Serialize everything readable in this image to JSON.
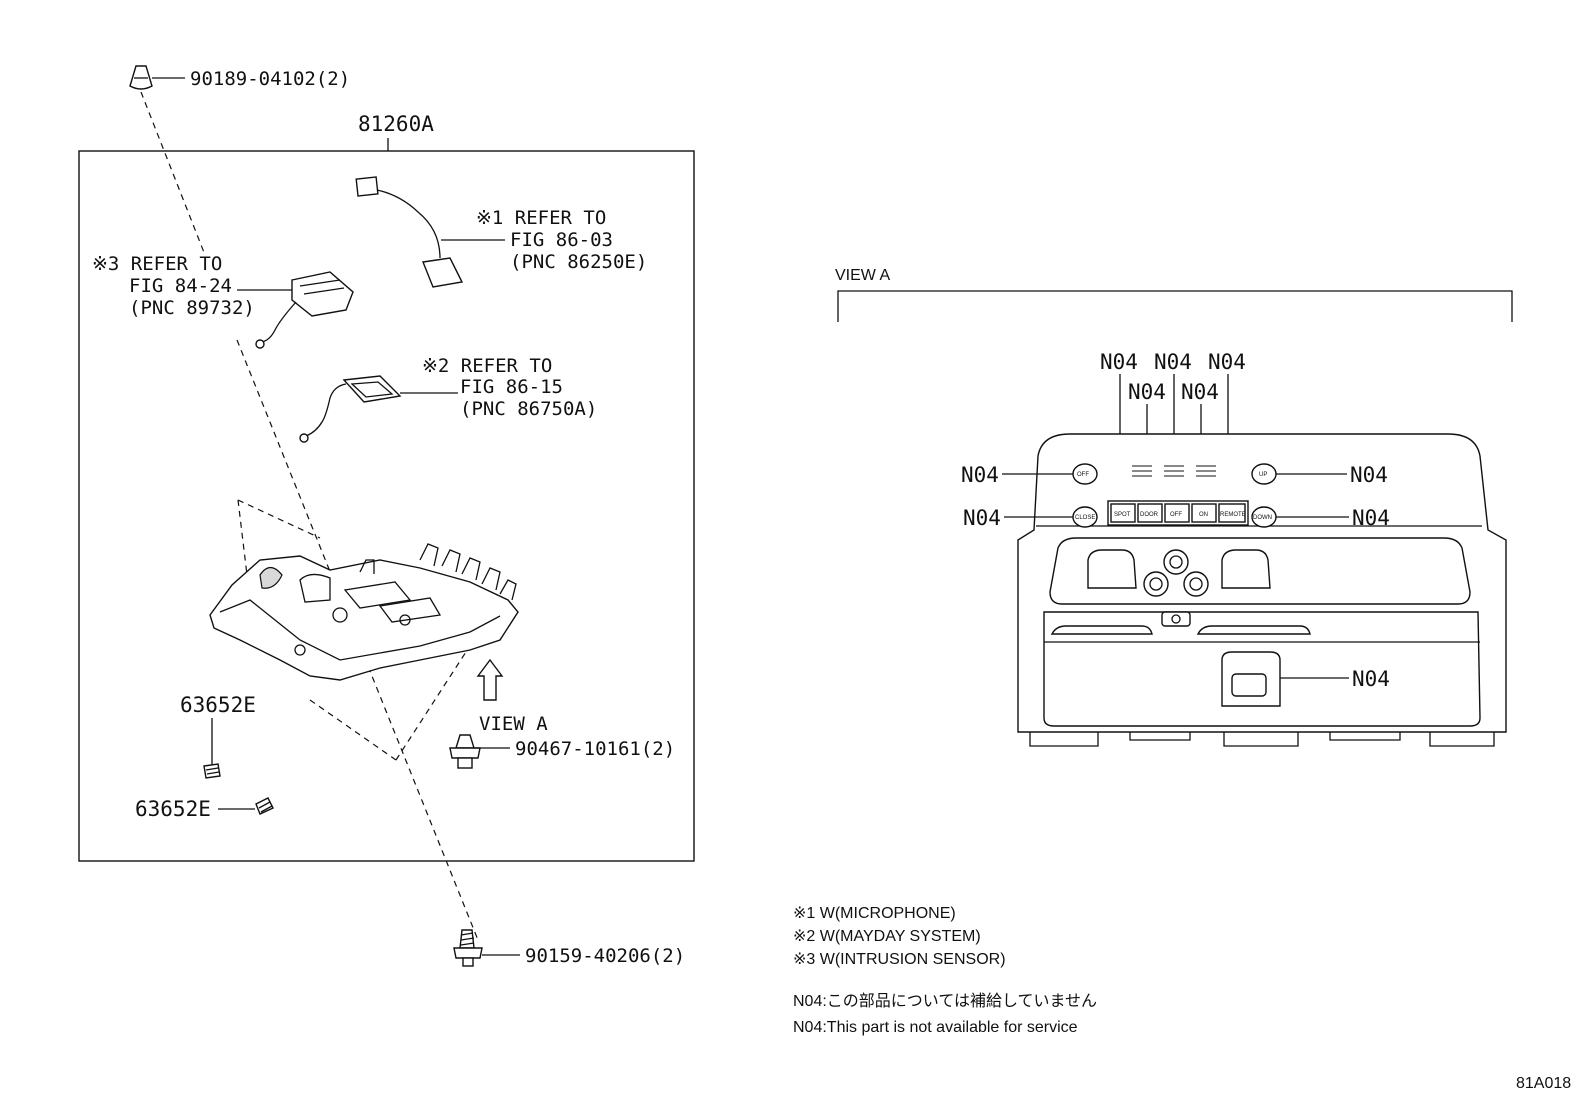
{
  "diagram": {
    "left": {
      "assembly": "81260A",
      "top_clip": "90189-04102(2)",
      "bottom_screw": "90159-40206(2)",
      "side_bolt": "90467-10161(2)",
      "clip_upper": "63652E",
      "clip_lower": "63652E",
      "view_arrow": "VIEW A",
      "ref1": [
        "※1 REFER TO",
        "FIG 86-03",
        "(PNC 86250E)"
      ],
      "ref2": [
        "※2 REFER TO",
        "FIG 86-15",
        "(PNC 86750A)"
      ],
      "ref3": [
        "※3 REFER TO",
        "FIG 84-24",
        "(PNC 89732)"
      ]
    },
    "right": {
      "view_title": "VIEW A",
      "n04": "N04",
      "buttons": {
        "left_top": "OFF",
        "left_bottom": "CLOSE",
        "right_top": "UP",
        "right_bottom": "DOWN",
        "row": [
          "SPOT",
          "DOOR",
          "OFF",
          "ON",
          "REMOTE"
        ]
      }
    }
  },
  "notes": [
    "※1 W(MICROPHONE)",
    "※2 W(MAYDAY SYSTEM)",
    "※3 W(INTRUSION SENSOR)"
  ],
  "n04_notes": [
    "N04:この部品については補給していません",
    "N04:This part is not available for service"
  ],
  "figure_code": "81A018"
}
